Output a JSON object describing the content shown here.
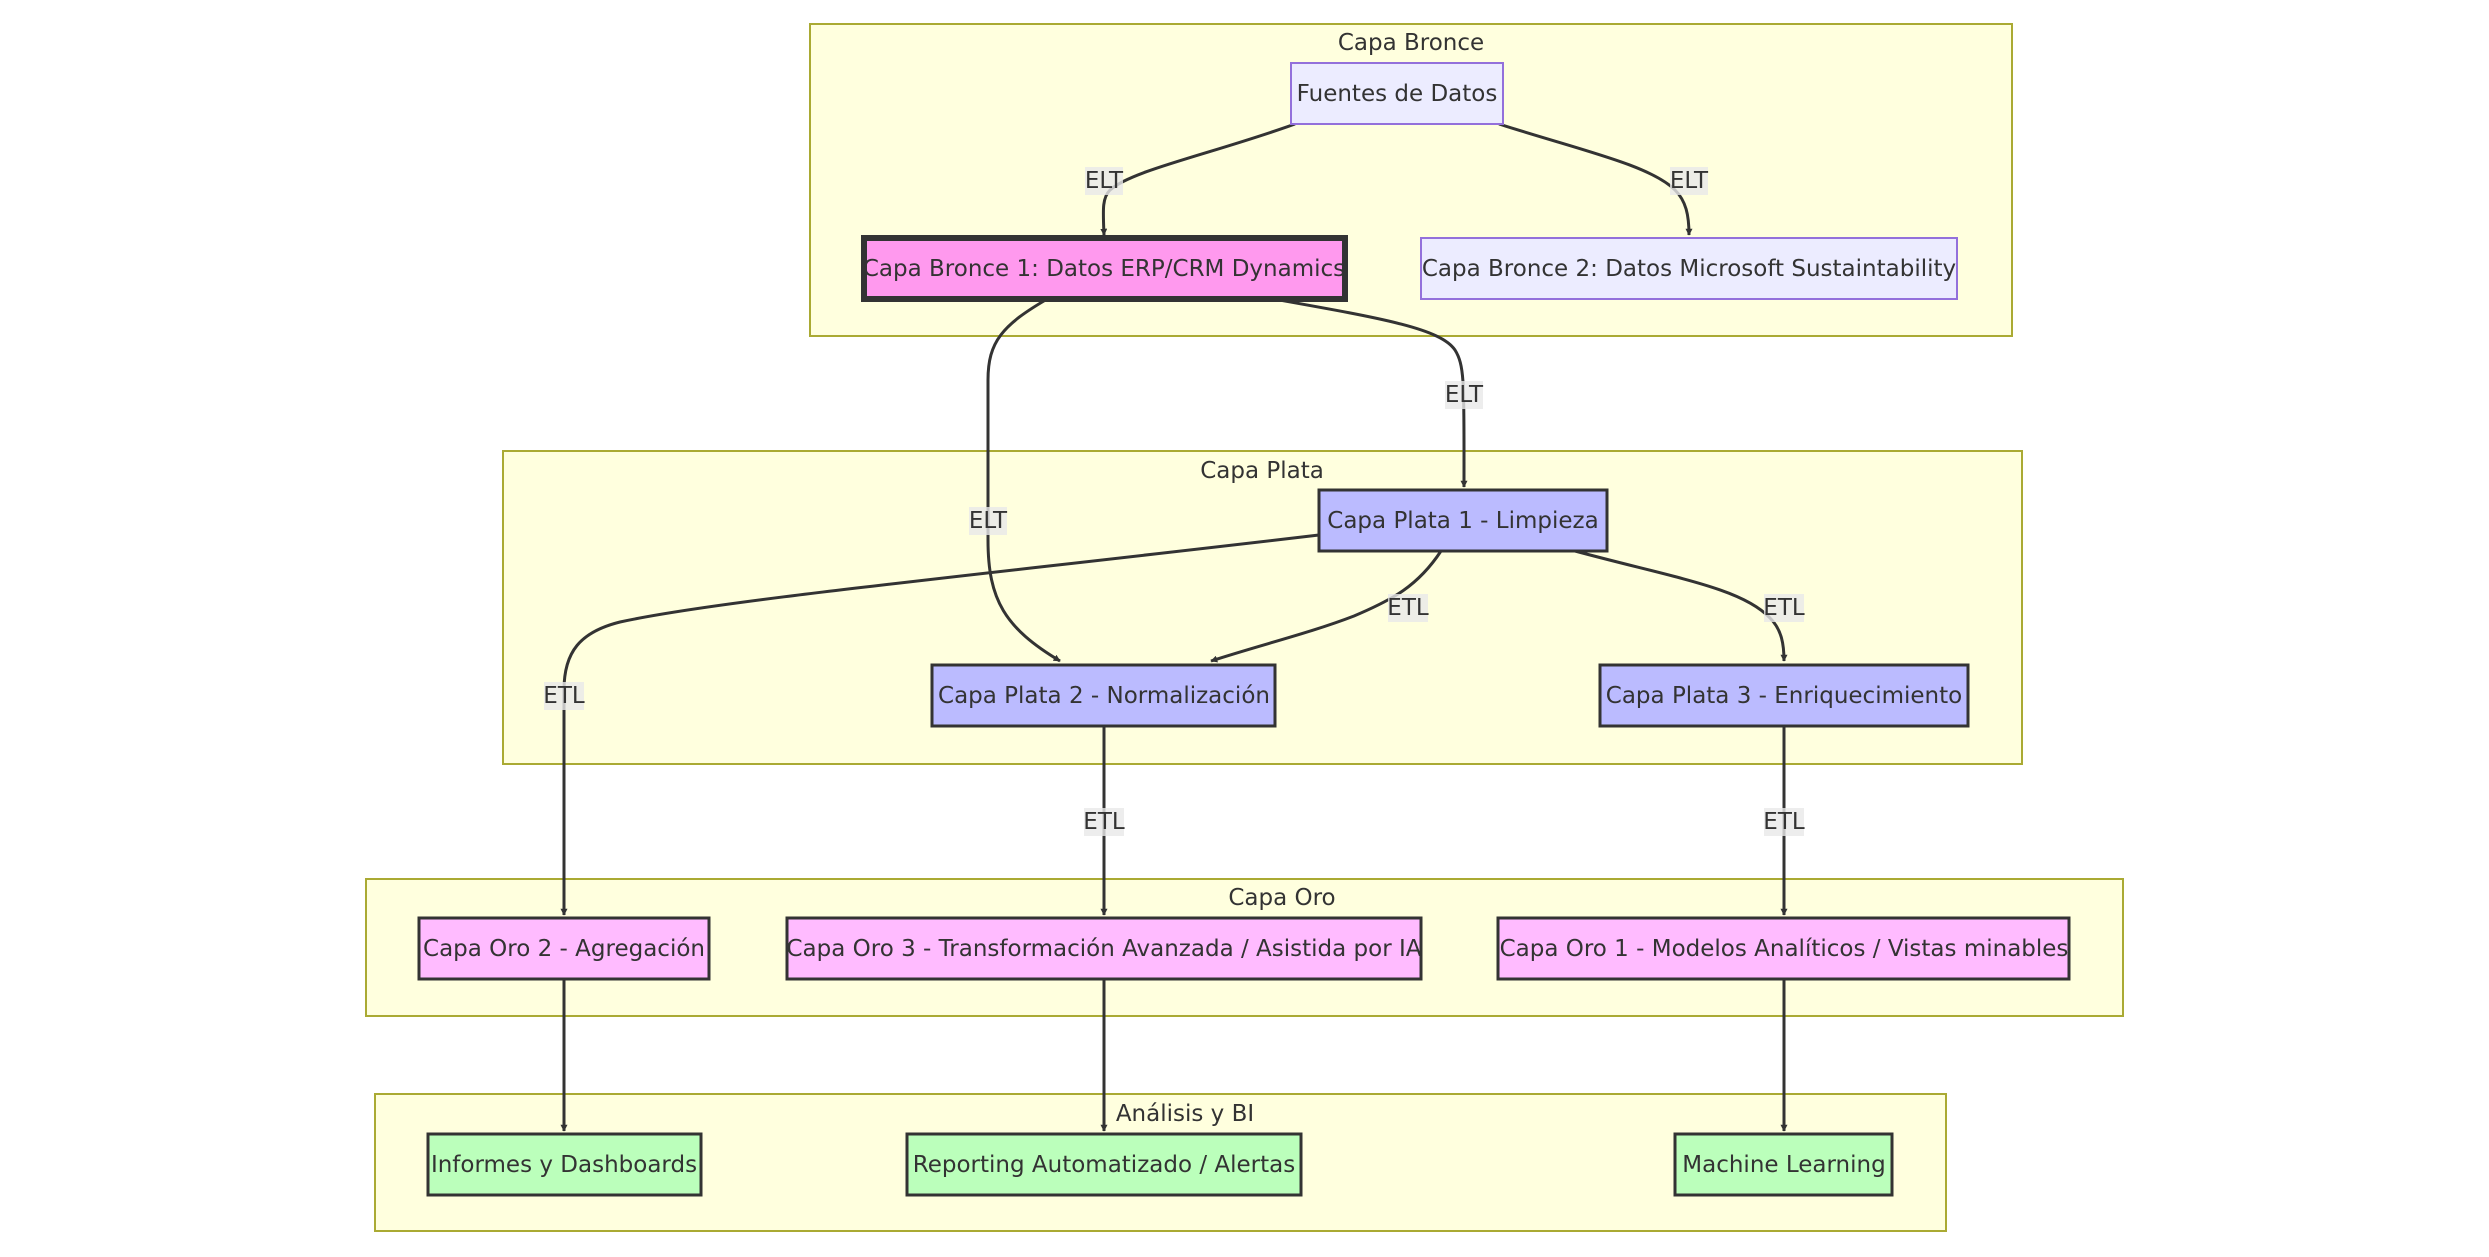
{
  "clusters": {
    "bronce": "Capa Bronce",
    "plata": "Capa Plata",
    "oro": "Capa Oro",
    "analisis": "Análisis y BI"
  },
  "nodes": {
    "fuentes": "Fuentes de Datos",
    "bronce1": "Capa Bronce 1: Datos ERP/CRM Dynamics",
    "bronce2": "Capa Bronce 2: Datos Microsoft Sustaintability",
    "plata1": "Capa Plata 1 - Limpieza",
    "plata2": "Capa Plata 2 - Normalización",
    "plata3": "Capa Plata 3 - Enriquecimiento",
    "oro2": "Capa Oro 2 - Agregación",
    "oro3": "Capa Oro 3 - Transformación Avanzada / Asistida por IA",
    "oro1": "Capa Oro 1 - Modelos Analíticos / Vistas minables",
    "informes": "Informes y Dashboards",
    "reporting": "Reporting Automatizado / Alertas",
    "ml": "Machine Learning"
  },
  "edges": {
    "fuentes_bronce1": "ELT",
    "fuentes_bronce2": "ELT",
    "bronce1_plata1": "ELT",
    "bronce1_plata2": "ELT",
    "plata1_plata2": "ETL",
    "plata1_plata3": "ETL",
    "plata1_oro2": "ETL",
    "plata2_oro3": "ETL",
    "plata3_oro1": "ETL"
  },
  "colors": {
    "cluster_fill": "#ffffde",
    "cluster_border": "#aaaa33",
    "default_node_fill": "#ececff",
    "default_node_border": "#9370db",
    "bronce1_fill": "#ff99ee",
    "plata_fill": "#bbbbff",
    "oro_fill": "#ffbbff",
    "analisis_fill": "#bbffbb",
    "edge": "#333333"
  }
}
